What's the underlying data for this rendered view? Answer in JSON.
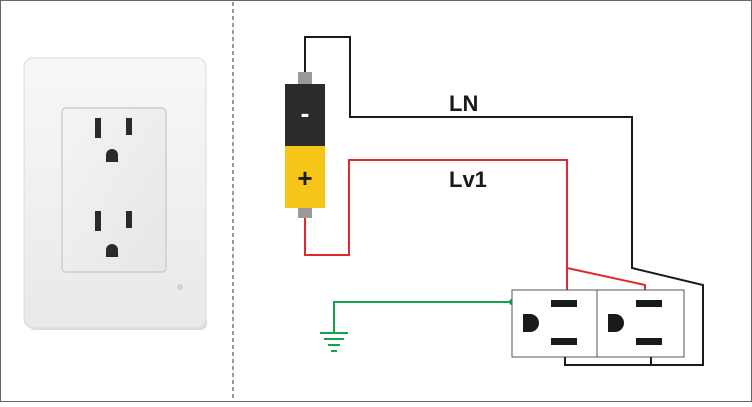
{
  "diagram": {
    "labels": {
      "neutral": "LN",
      "live": "Lv1",
      "battery_negative": "-",
      "battery_positive": "+"
    },
    "colors": {
      "neutral_wire": "#1a1a1a",
      "live_wire": "#e0282e",
      "ground_wire": "#13a14a",
      "battery_negative_body": "#2b2b2b",
      "battery_positive_body": "#f5c518",
      "panel_border": "#666666",
      "divider": "#777777"
    },
    "icons": [
      "wall-outlet-photo",
      "battery-icon",
      "ground-symbol-icon",
      "duplex-receptacle-icon"
    ]
  }
}
